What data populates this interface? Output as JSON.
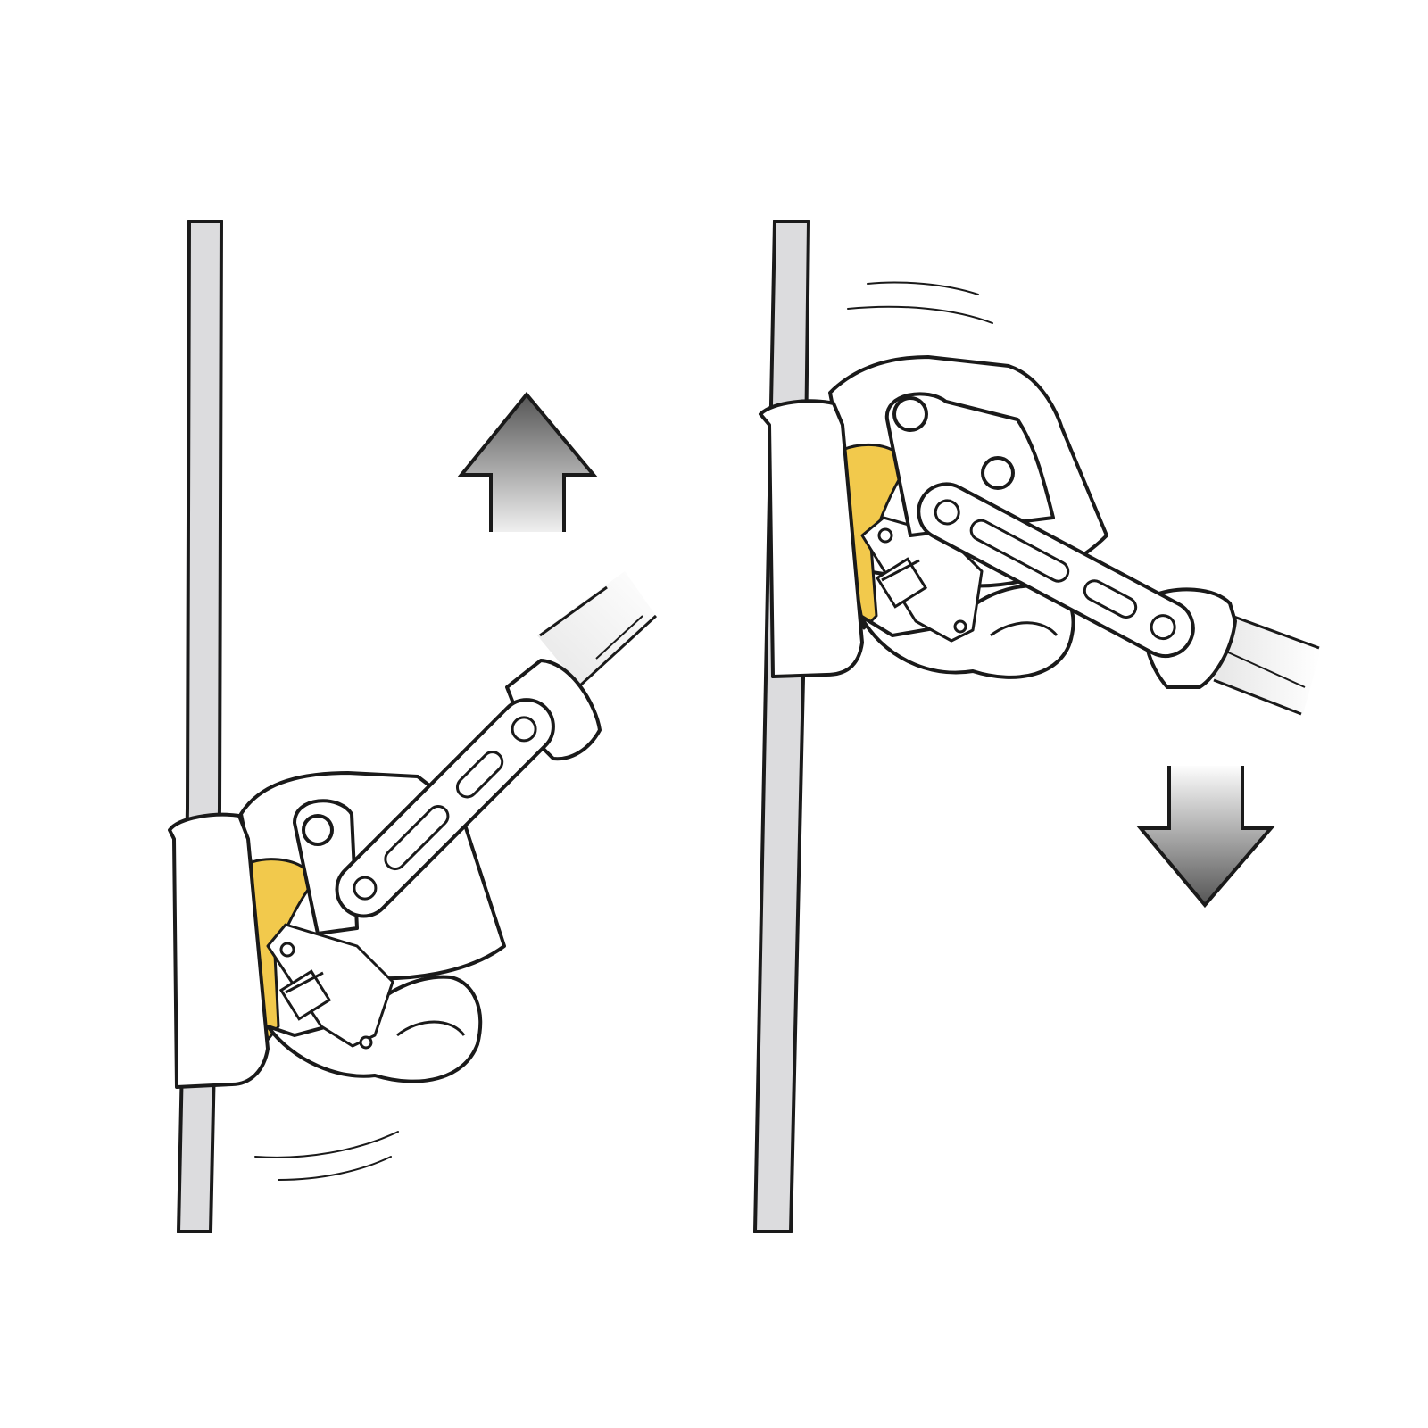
{
  "colors": {
    "background": "#ffffff",
    "outline": "#1a1a1a",
    "rope_fill": "#dcdcde",
    "device_body": "#ffffff",
    "device_shade": "#f1f1f1",
    "cam_yellow": "#f2c94c",
    "cam_yellow_dark": "#e0b32e",
    "arrow_dark": "#555555",
    "arrow_light": "#ffffff"
  },
  "panels": [
    {
      "id": "ascend",
      "motion": "up",
      "arrow_icon": "arrow-up-icon"
    },
    {
      "id": "descend",
      "motion": "down",
      "arrow_icon": "arrow-down-icon"
    }
  ]
}
